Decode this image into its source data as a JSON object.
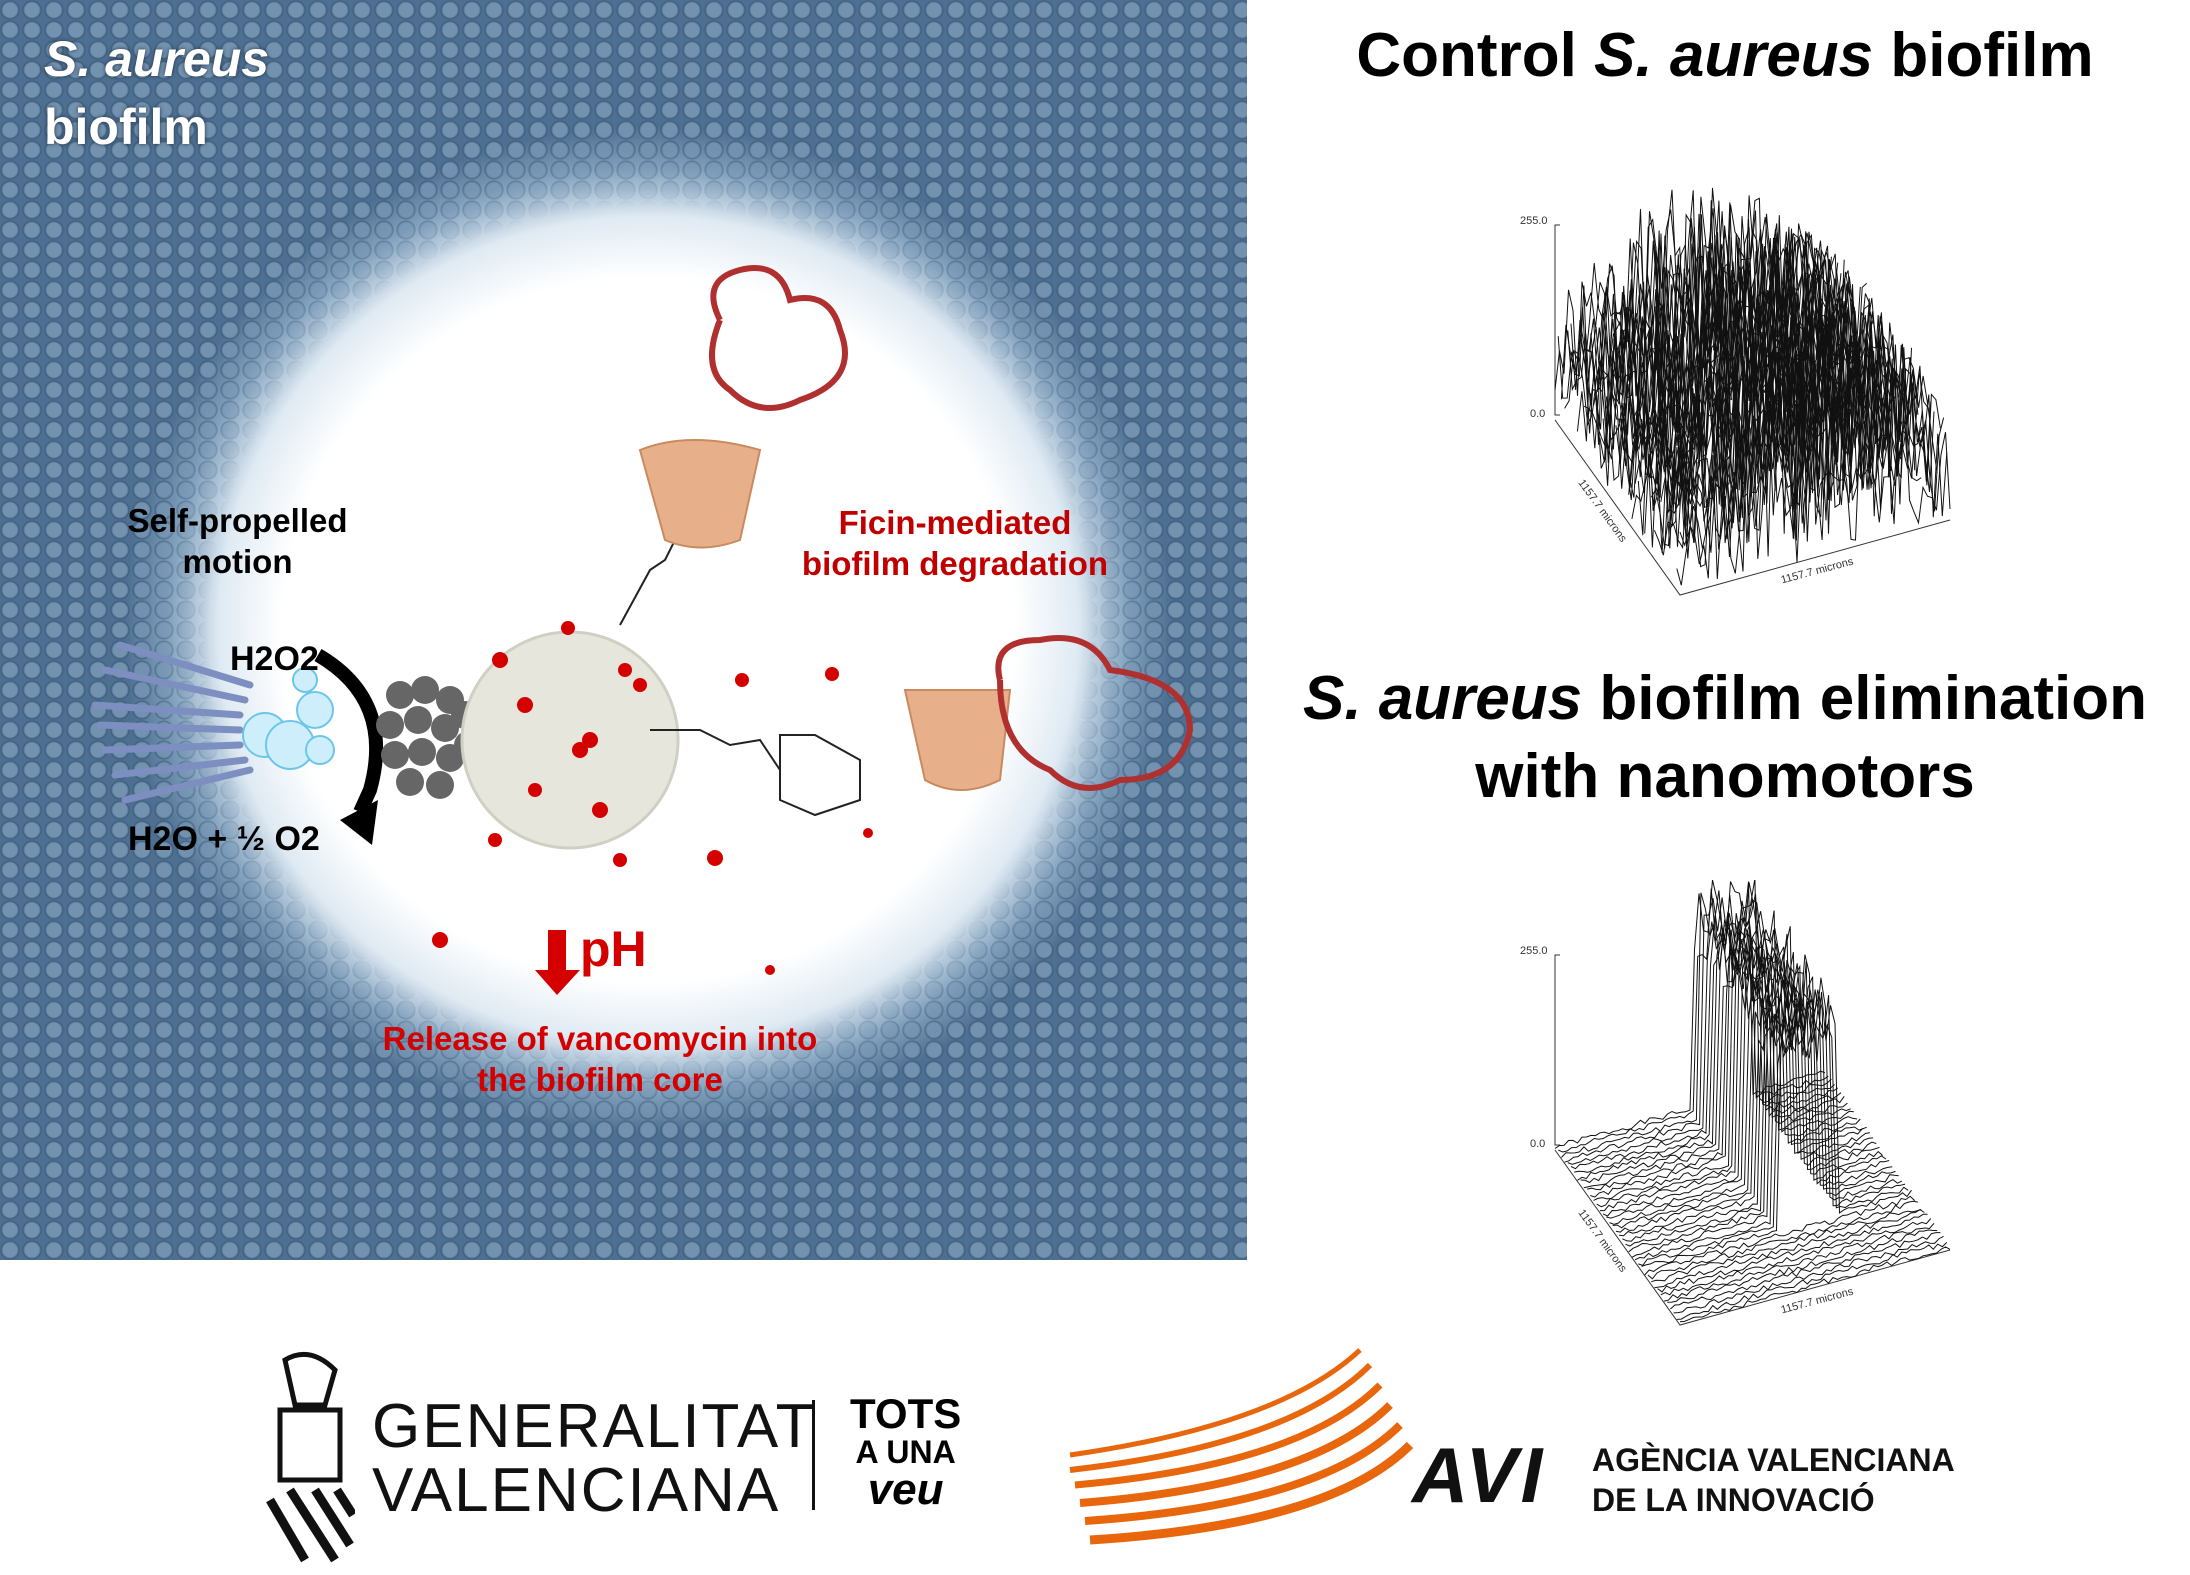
{
  "scene": {
    "corner_label_1": "S. aureus",
    "corner_label_2": "biofilm",
    "motion_label_1": "Self-propelled",
    "motion_label_2": "motion",
    "ficin_label_1": "Ficin-mediated",
    "ficin_label_2": "biofilm degradation",
    "reactant": "H2O2",
    "product": "H2O + ½ O2",
    "ph_label": "pH",
    "release_label_1": "Release of vancomycin into",
    "release_label_2": "the biofilm core",
    "colors": {
      "red": "#d40000",
      "biofilm_blue": "#4d6f91"
    }
  },
  "panels": [
    {
      "title_pre": "Control ",
      "title_italic": "S. aureus",
      "title_post": " biofilm",
      "z_max": "255.0",
      "z_min": "0.0",
      "x_axis": "1157.7 microns",
      "y_axis": "1157.7 microns"
    },
    {
      "title_line1_italic": "S. aureus",
      "title_line1_post": " biofilm elimination",
      "title_line2": "with nanomotors",
      "z_max": "255.0",
      "z_min": "0.0",
      "x_axis": "1157.7 microns",
      "y_axis": "1157.7 microns"
    }
  ],
  "logos": {
    "gva_line1": "GENERALITAT",
    "gva_line2": "VALENCIANA",
    "tots_1": "TOTS",
    "tots_2": "A UNA",
    "tots_3": "veu",
    "avi_mark": "AVI",
    "avi_line1": "AGÈNCIA VALENCIANA",
    "avi_line2": "DE LA INNOVACIÓ",
    "avi_orange": "#e8670c"
  }
}
